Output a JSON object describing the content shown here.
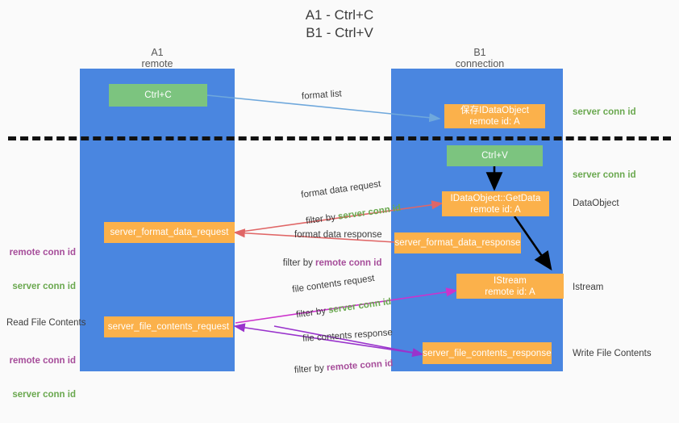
{
  "title": "A1 - Ctrl+C\nB1 - Ctrl+V",
  "colors": {
    "lane": "#4a86e0",
    "green_node": "#7cc47f",
    "orange_node": "#fbb14b",
    "server_conn_id": "#6aa84f",
    "remote_conn_id": "#a64d9a",
    "arrow_blue": "#6fa8dc",
    "arrow_red": "#e06666",
    "arrow_magenta": "#cc33cc",
    "arrow_purple": "#9933cc",
    "arrow_black": "#000000",
    "divider": "#111111",
    "background": "#fafafa"
  },
  "columns": [
    {
      "name": "A1",
      "sub": "remote"
    },
    {
      "name": "B1",
      "sub": "connection"
    }
  ],
  "nodes": [
    {
      "id": "ctrl-c",
      "label": "Ctrl+C",
      "style": "green"
    },
    {
      "id": "save-idataobject",
      "label": "保存IDataObject\nremote id: A",
      "style": "orange"
    },
    {
      "id": "ctrl-v",
      "label": "Ctrl+V",
      "style": "green"
    },
    {
      "id": "idataobject-getdata",
      "label": "IDataObject::GetData\nremote id: A",
      "style": "orange"
    },
    {
      "id": "server-format-data-request",
      "label": "server_format_data_request",
      "style": "orange"
    },
    {
      "id": "server-format-data-response",
      "label": "server_format_data_response",
      "style": "orange"
    },
    {
      "id": "istream",
      "label": "IStream\nremote id: A",
      "style": "orange"
    },
    {
      "id": "server-file-contents-request",
      "label": "server_file_contents_request",
      "style": "orange"
    },
    {
      "id": "server-file-contents-response",
      "label": "server_file_contents_response",
      "style": "orange"
    }
  ],
  "edge_labels": {
    "format_list": "format list",
    "format_data_request": "format data request",
    "format_data_request_filter_prefix": "filter by ",
    "format_data_request_filter_key": "server conn id",
    "format_data_response": "format data response",
    "format_data_response_filter_prefix": "filter by ",
    "format_data_response_filter_key": "remote conn id",
    "file_contents_request": "file contents request",
    "file_contents_request_filter_prefix": "filter by ",
    "file_contents_request_filter_key": "server conn id",
    "file_contents_response": "file contents response",
    "file_contents_response_filter_prefix": "filter by ",
    "file_contents_response_filter_key": "remote conn id"
  },
  "right_labels": [
    {
      "id": "server-conn-id-top",
      "text": "server conn id",
      "style": "green"
    },
    {
      "id": "server-conn-id-mid",
      "text": "server conn id",
      "style": "green"
    },
    {
      "id": "dataobject",
      "text": "DataObject",
      "style": "plain"
    },
    {
      "id": "istream-label",
      "text": "Istream",
      "style": "plain"
    },
    {
      "id": "write-file-contents",
      "text": "Write File Contents",
      "style": "plain"
    }
  ],
  "left_labels": [
    {
      "id": "remote-conn-id-1",
      "text": "remote conn id",
      "style": "purple"
    },
    {
      "id": "server-conn-id-1",
      "text": "server conn id",
      "style": "green"
    },
    {
      "id": "read-file-contents",
      "text": "Read File Contents",
      "style": "plain"
    },
    {
      "id": "remote-conn-id-2",
      "text": "remote conn id",
      "style": "purple"
    },
    {
      "id": "server-conn-id-2",
      "text": "server conn id",
      "style": "green"
    }
  ]
}
